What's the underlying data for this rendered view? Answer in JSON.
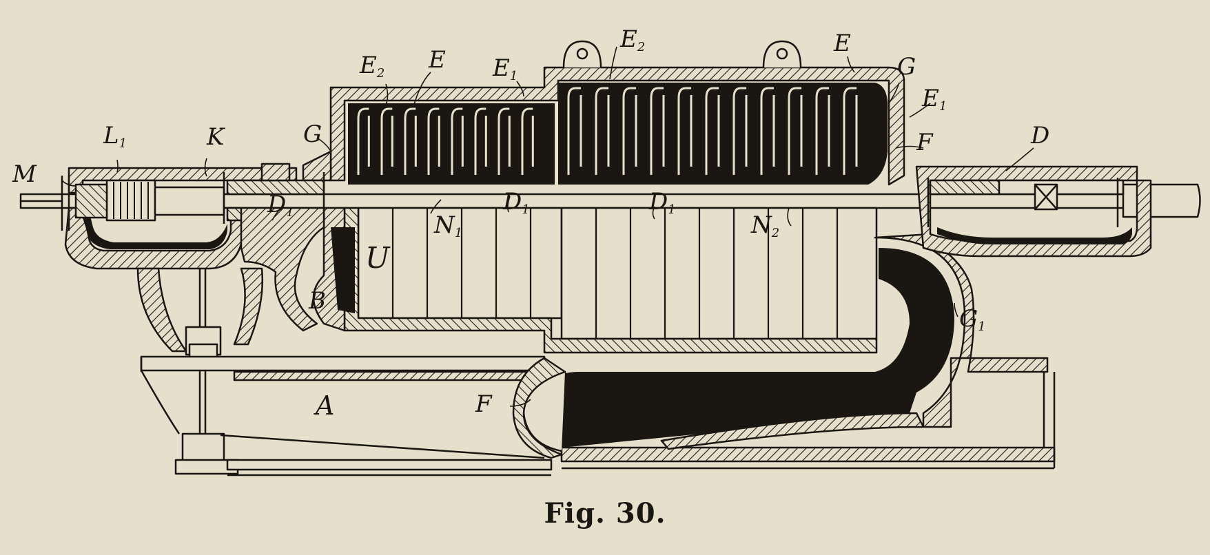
{
  "caption": "Fig. 30.",
  "labels": {
    "M": "M",
    "L1": "L",
    "L1_sub": "1",
    "K": "K",
    "D": "D",
    "D1_left": "D",
    "D1_left_sub": "1",
    "G": "G",
    "E2_left": "E",
    "E2_left_sub": "2",
    "E_left": "E",
    "E1_mid": "E",
    "E1_mid_sub": "1",
    "E2_right": "E",
    "E2_right_sub": "2",
    "E_right": "E",
    "G_right": "G",
    "E1_right": "E",
    "E1_right_sub": "1",
    "F_right": "F",
    "D_right": "D",
    "N1": "N",
    "N1_sub": "1",
    "D1_a": "D",
    "D1_a_sub": "1",
    "D1_b": "D",
    "D1_b_sub": "1",
    "N2": "N",
    "N2_sub": "2",
    "U": "U",
    "B": "B",
    "G1": "G",
    "G1_sub": "1",
    "A": "A",
    "F_lower": "F"
  },
  "colors": {
    "paper": "#e5dfcc",
    "ink": "#1a1712"
  }
}
